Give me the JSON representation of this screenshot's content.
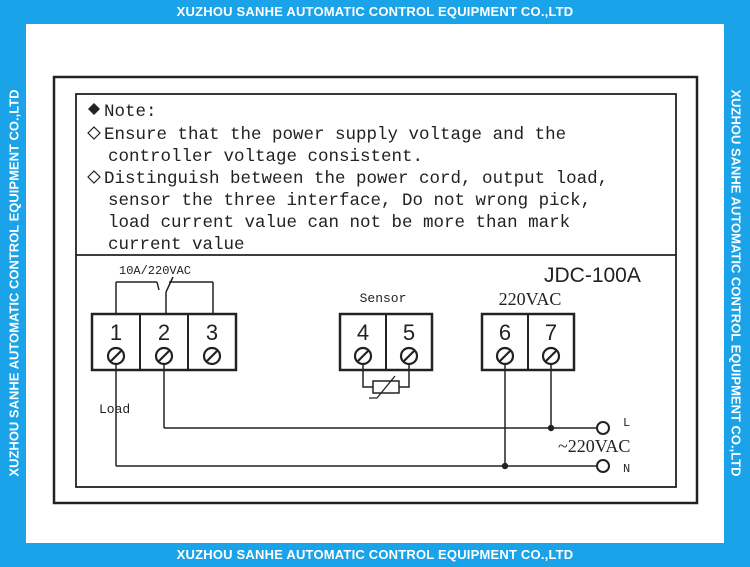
{
  "banners": {
    "top": "XUZHOU SANHE AUTOMATIC CONTROL EQUIPMENT CO.,LTD",
    "bottom": "XUZHOU SANHE AUTOMATIC CONTROL EQUIPMENT CO.,LTD",
    "left": "XUZHOU SANHE AUTOMATIC CONTROL EQUIPMENT CO.,LTD",
    "right": "XUZHOU SANHE AUTOMATIC CONTROL EQUIPMENT CO.,LTD"
  },
  "note": {
    "title": "Note:",
    "bullet1": [
      "Ensure that the power supply voltage and the",
      "controller voltage consistent."
    ],
    "bullet2": [
      "Distinguish between the power cord, output load,",
      "sensor the three interface, Do not wrong pick,",
      "load current value can not be more than mark",
      "current value"
    ]
  },
  "diagram": {
    "model": "JDC-100A",
    "relay_rating": "10A/220VAC",
    "sensor_label": "Sensor",
    "power_label": "220VAC",
    "load_label": "Load",
    "line_label": "L",
    "neutral_label": "N",
    "supply_label": "~220VAC",
    "terminals": [
      "1",
      "2",
      "3",
      "4",
      "5",
      "6",
      "7"
    ]
  }
}
